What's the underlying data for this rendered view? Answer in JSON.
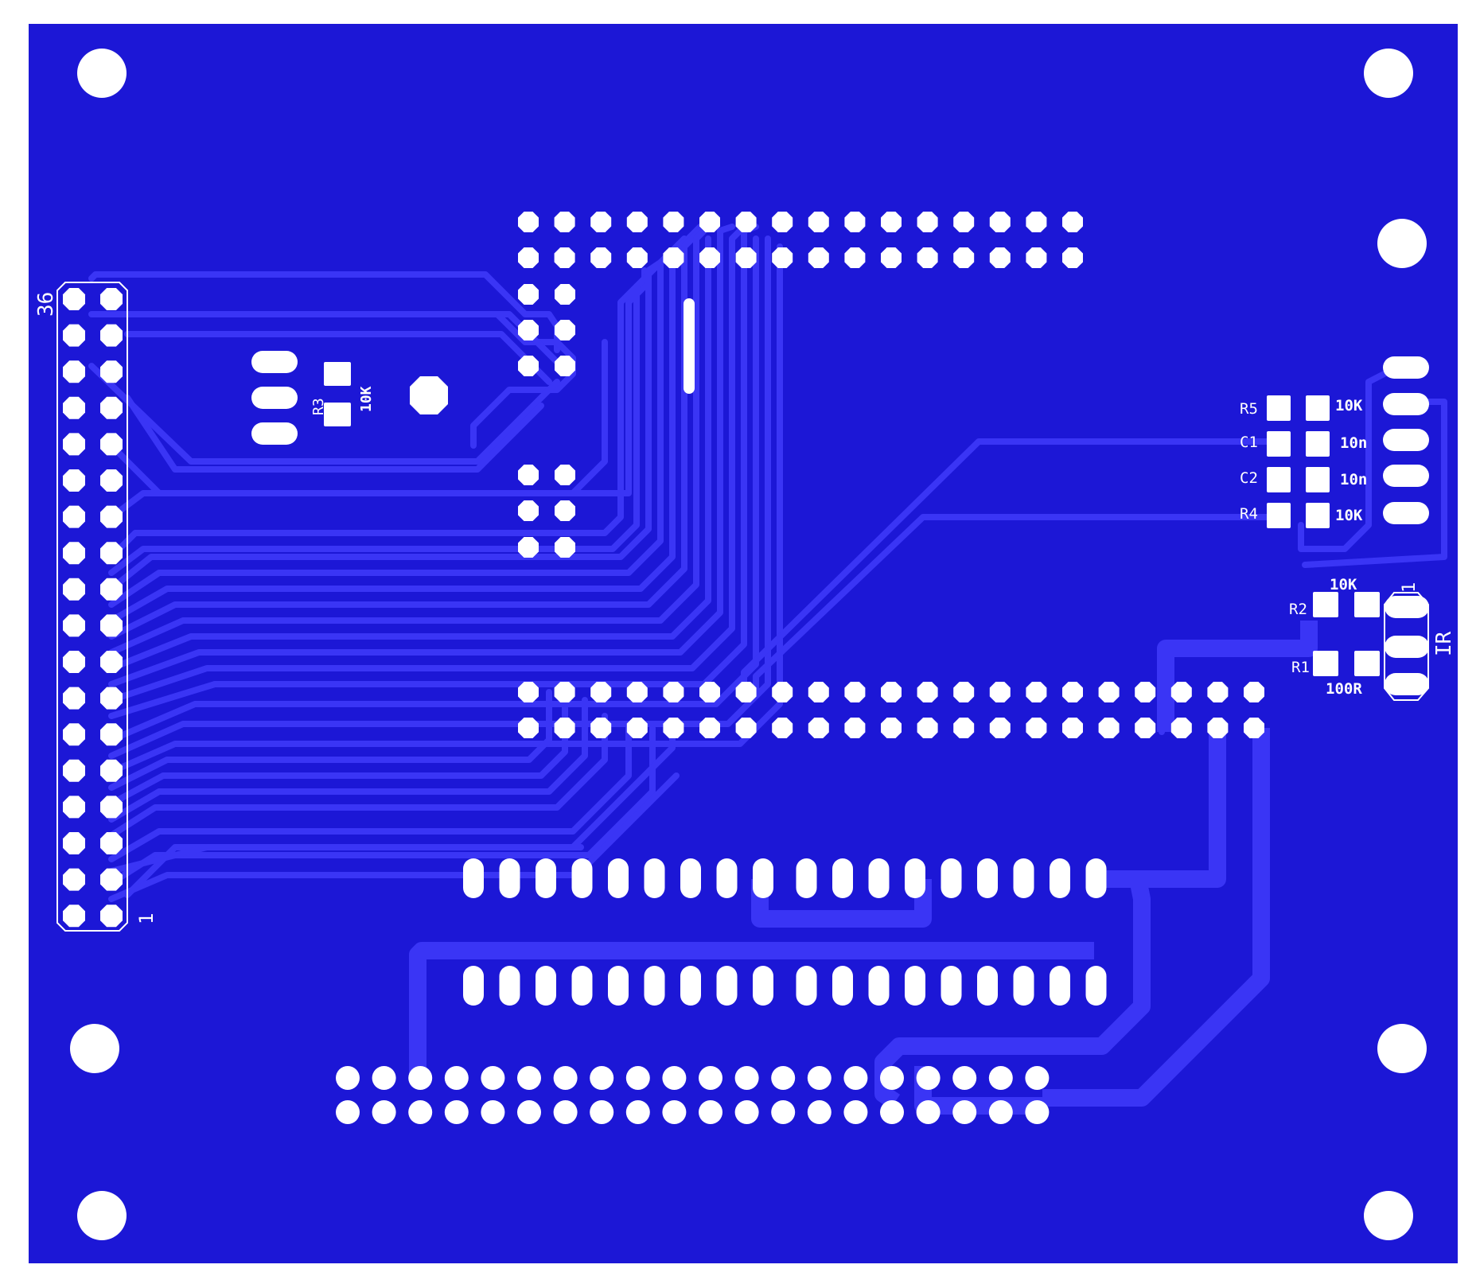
{
  "colors": {
    "background": "#ffffff",
    "board": "#1c17d6",
    "copper": "#3a35f5",
    "pad": "#ffffff",
    "silkscreen": "#ffffff"
  },
  "labels": {
    "header_pin_last": "36",
    "header_pin_first": "1",
    "r3_ref": "R3",
    "r3_value": "10K",
    "r5_ref": "R5",
    "r5_value": "10K",
    "c1_ref": "C1",
    "c1_value": "10n",
    "c2_ref": "C2",
    "c2_value": "10n",
    "r4_ref": "R4",
    "r4_value": "10K",
    "r2_ref": "R2",
    "r2_value": "10K",
    "r1_ref": "R1",
    "r1_value": "100R",
    "ir_ref": "IR",
    "ir_pin1": "1"
  }
}
